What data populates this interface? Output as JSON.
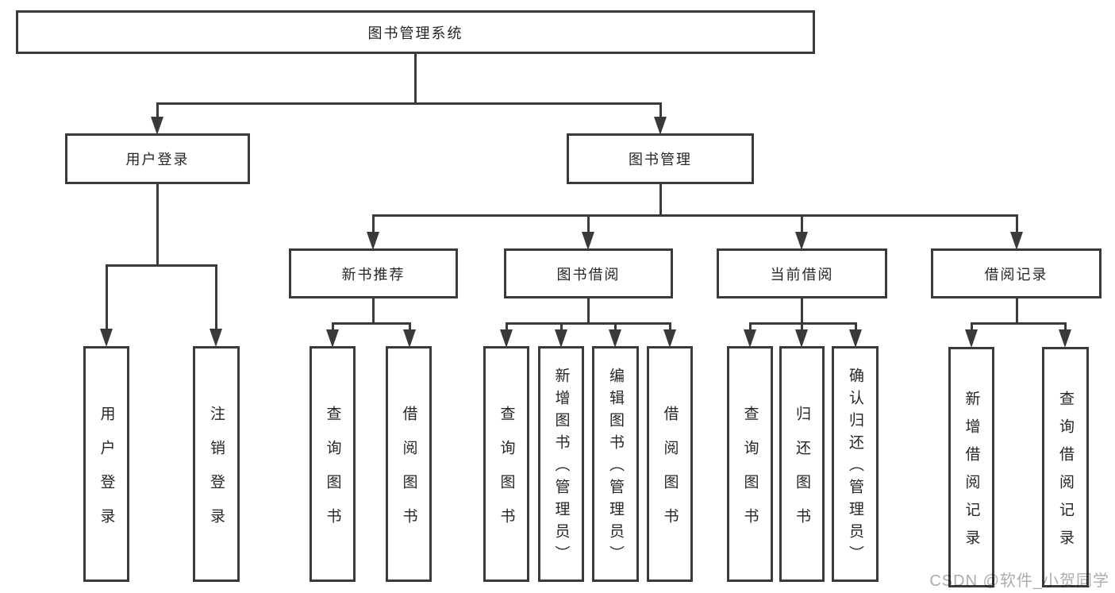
{
  "tree": {
    "root": {
      "label": "图书管理系统",
      "children": [
        {
          "label": "用户登录",
          "children": [
            {
              "label": "用户登录"
            },
            {
              "label": "注销登录"
            }
          ]
        },
        {
          "label": "图书管理",
          "children": [
            {
              "label": "新书推荐",
              "children": [
                {
                  "label": "查询图书"
                },
                {
                  "label": "借阅图书"
                }
              ]
            },
            {
              "label": "图书借阅",
              "children": [
                {
                  "label": "查询图书"
                },
                {
                  "label": "新增图书（管理员）"
                },
                {
                  "label": "编辑图书（管理员）"
                },
                {
                  "label": "借阅图书"
                }
              ]
            },
            {
              "label": "当前借阅",
              "children": [
                {
                  "label": "查询图书"
                },
                {
                  "label": "归还图书"
                },
                {
                  "label": "确认归还（管理员）"
                }
              ]
            },
            {
              "label": "借阅记录",
              "children": [
                {
                  "label": "新增借阅记录"
                },
                {
                  "label": "查询借阅记录"
                }
              ]
            }
          ]
        }
      ]
    }
  },
  "watermark": {
    "text": "CSDN @软件_小贺同学"
  },
  "colors": {
    "line": "#3a3a3a",
    "text": "#262626",
    "watermark": "#adadad",
    "background": "#ffffff"
  }
}
